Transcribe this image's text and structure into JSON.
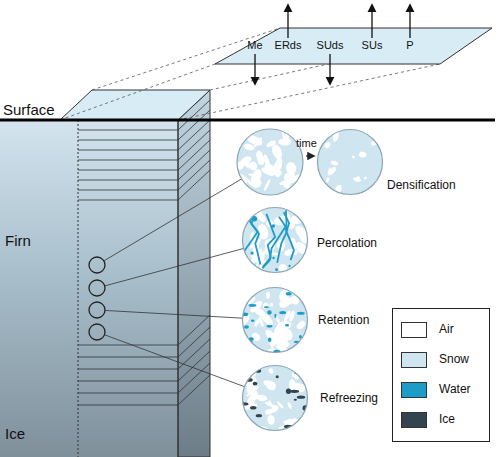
{
  "diagram": {
    "nodes": [
      {
        "text": [
          "Me",
          "ERds",
          "SUds",
          "SUs",
          "P"
        ]
      },
      {
        "text": [
          "Densification"
        ]
      },
      {
        "text": [
          "Percolation"
        ]
      },
      {
        "text": [
          "Retention"
        ]
      },
      {
        "text": [
          "Refreezing"
        ]
      }
    ],
    "labels": [
      "Surface",
      "Firn",
      "Ice",
      "time"
    ],
    "legend": [
      {
        "text": "Air",
        "color": "#ffffff"
      },
      {
        "text": "Snow",
        "color": "#cfe6f1"
      },
      {
        "text": "Water",
        "color": "#1e9cc8"
      },
      {
        "text": "Ice",
        "color": "#34444f"
      }
    ]
  }
}
